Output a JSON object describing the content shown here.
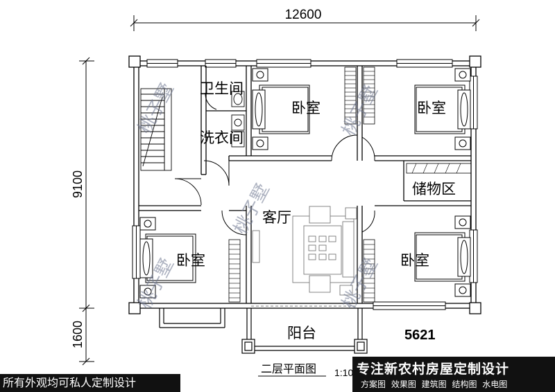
{
  "dimensions": {
    "width_total": "12600",
    "depth_main": "9100",
    "depth_balcony": "1600"
  },
  "rooms": {
    "bathroom": "卫生间",
    "laundry": "洗衣间",
    "bedroom_top_middle": "卧室",
    "bedroom_top_right": "卧室",
    "storage": "储物区",
    "living_room": "客厅",
    "bedroom_bottom_left": "卧室",
    "bedroom_bottom_right": "卧室",
    "balcony": "阳台"
  },
  "plan_code": "5621",
  "plan_title": "二层平面图",
  "plan_scale": "1:10",
  "watermark": "桃子墅",
  "banner": {
    "headline": "专注新农村房屋定制设计",
    "services": "方案图 效果图 建筑图 结构图 水电图"
  },
  "footer_note": "所有外观均可私人定制设计"
}
